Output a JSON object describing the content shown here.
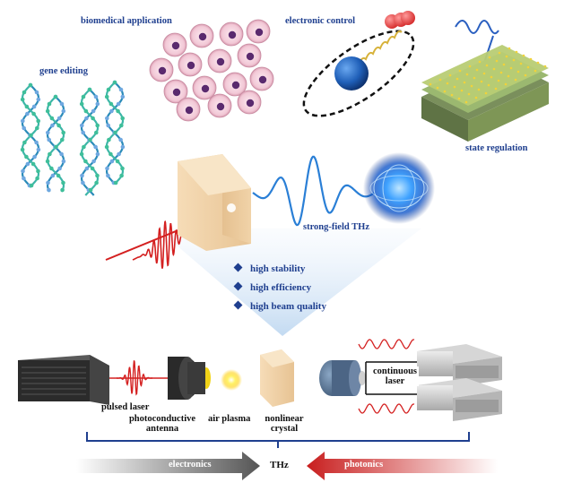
{
  "labels": {
    "biomedical": "biomedical application",
    "electronic": "electronic control",
    "gene": "gene editing",
    "state": "state regulation",
    "strong_field": "strong-field THz"
  },
  "features": [
    "high stability",
    "high efficiency",
    "high beam quality"
  ],
  "sources": {
    "pulsed_laser": "pulsed laser",
    "photoconductive": [
      "photoconductive",
      "antenna"
    ],
    "air_plasma": "air plasma",
    "nonlinear": [
      "nonlinear",
      "crystal"
    ],
    "continuous": [
      "continuous",
      "laser"
    ]
  },
  "bottom": {
    "electronics": "electronics",
    "thz": "THz",
    "photonics": "photonics"
  },
  "colors": {
    "label_blue": "#1f3f8f",
    "thz_blue": "#2a7fd6",
    "laser_red": "#d42020",
    "bracket": "#1f3f8f"
  }
}
